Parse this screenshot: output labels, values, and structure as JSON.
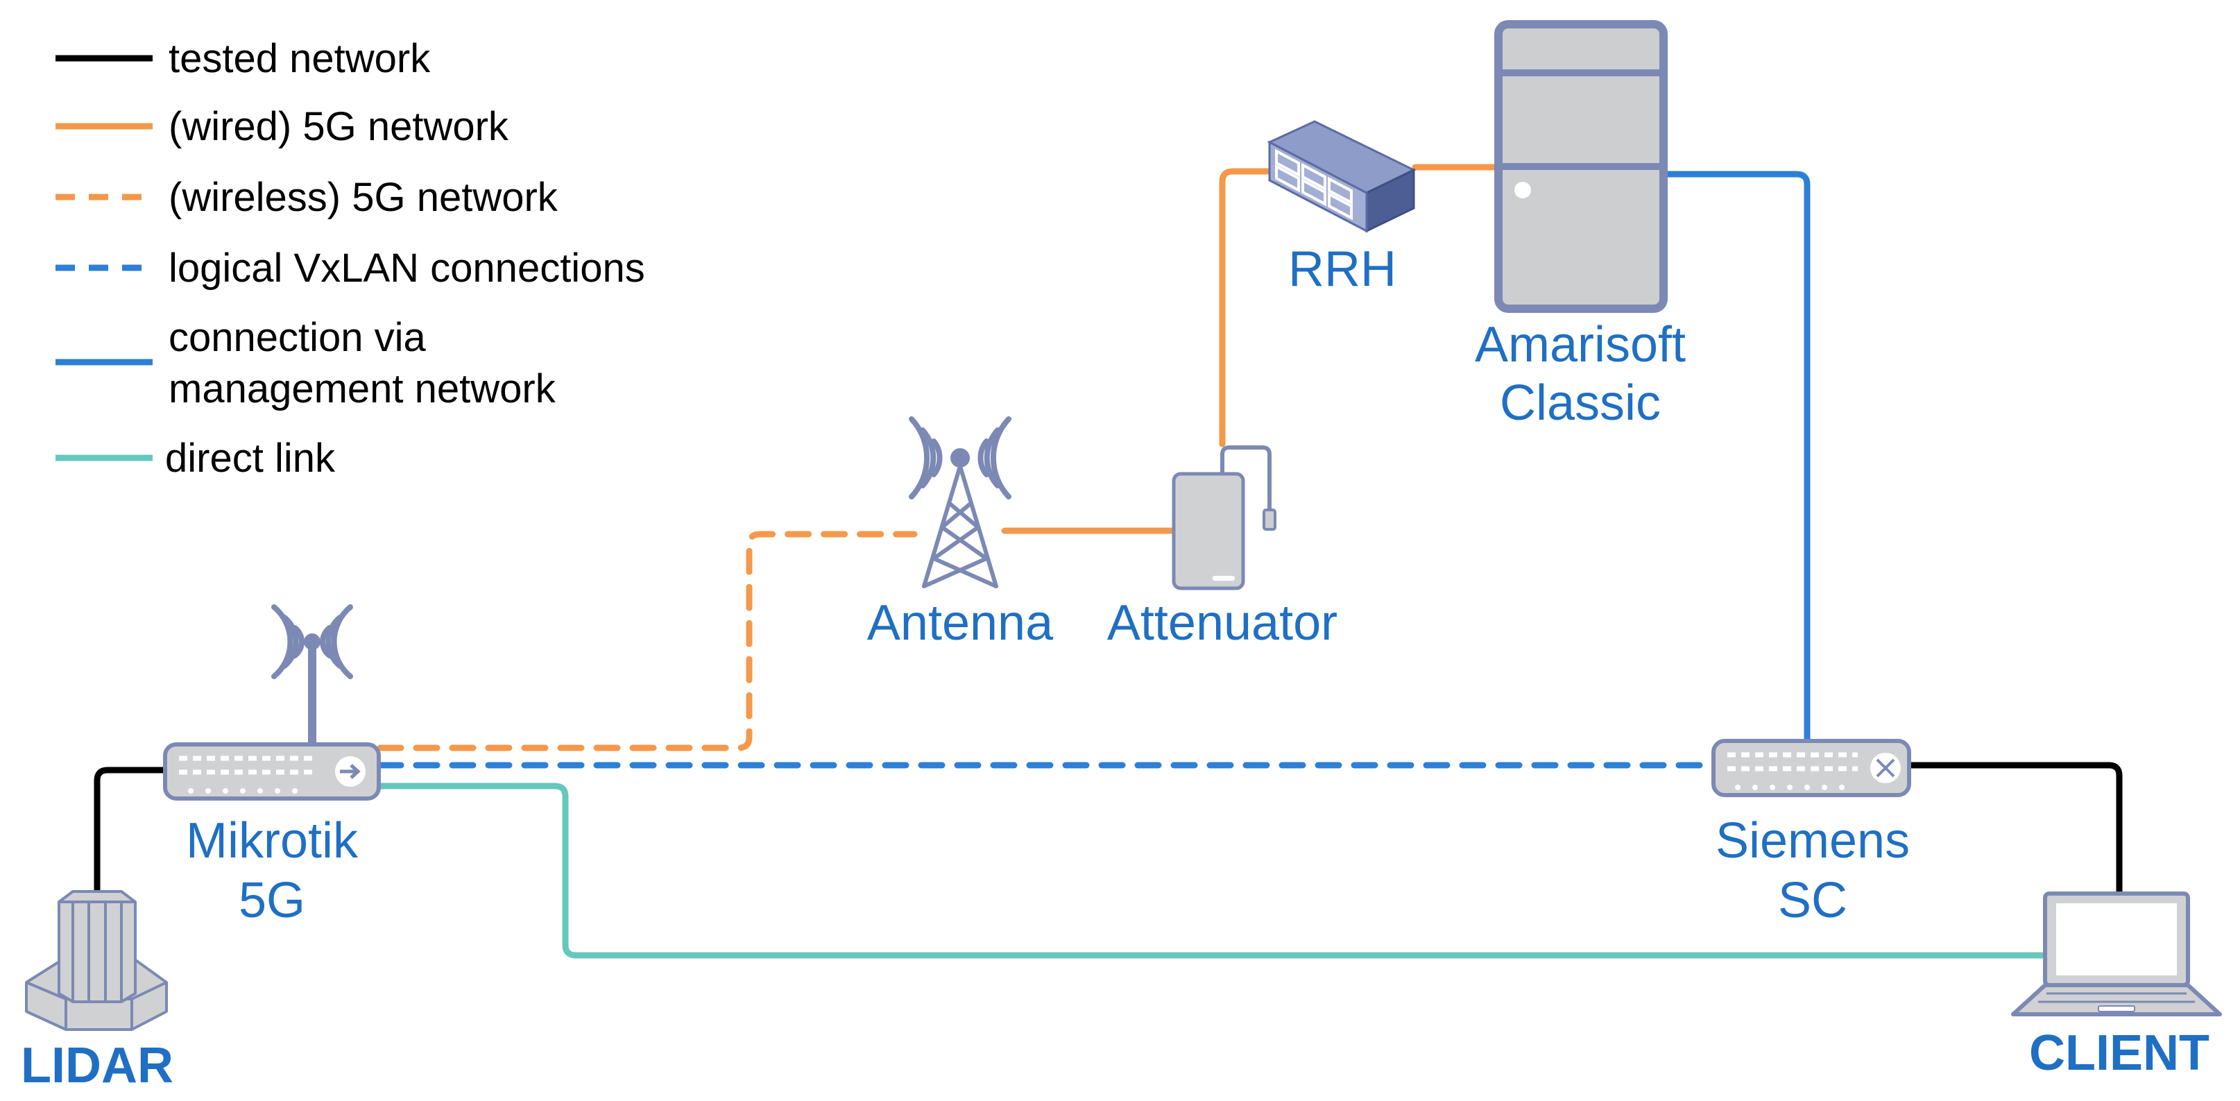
{
  "legend": {
    "tested": "tested network",
    "wired5g": "(wired) 5G network",
    "wireless5g": "(wireless) 5G network",
    "vxlan": "logical VxLAN connections",
    "mgmt_line1": "connection via",
    "mgmt_line2": "management network",
    "direct": "direct link"
  },
  "nodes": {
    "rrh": "RRH",
    "amarisoft_line1": "Amarisoft",
    "amarisoft_line2": "Classic",
    "antenna": "Antenna",
    "attenuator": "Attenuator",
    "mikrotik_line1": "Mikrotik",
    "mikrotik_line2": "5G",
    "siemens_line1": "Siemens",
    "siemens_line2": "SC",
    "lidar": "LIDAR",
    "client": "CLIENT"
  },
  "colors": {
    "tested": "#000000",
    "wired5g": "#F5984A",
    "vxlan": "#2E7FD6",
    "management": "#2E7FD6",
    "direct": "#66C7BC",
    "label_blue": "#1F6FC4",
    "device_fill": "#D0D1D3",
    "device_stroke": "#7B89B4",
    "rrh_top": "#8E9CC9",
    "rrh_side": "#4C5E94"
  }
}
